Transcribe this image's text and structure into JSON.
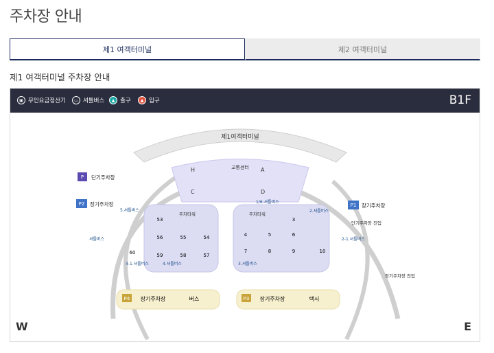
{
  "page": {
    "title": "주차장 안내"
  },
  "tabs": [
    {
      "label": "제1 여객터미널",
      "active": true
    },
    {
      "label": "제2 여객터미널",
      "active": false
    }
  ],
  "section_title": "제1 여객터미널 주차장 안내",
  "legend": [
    {
      "label": "무인요금정산기",
      "icon": "kiosk-icon"
    },
    {
      "label": "셔틀버스",
      "icon": "bus-icon"
    },
    {
      "label": "출구",
      "icon": "exit-icon"
    },
    {
      "label": "입구",
      "icon": "entrance-icon"
    }
  ],
  "floor": "B1F",
  "compass": {
    "west": "W",
    "east": "E"
  },
  "map": {
    "terminal": "제1여객터미널",
    "transport_center": "교통센터",
    "zones": {
      "h": "H",
      "a": "A",
      "c": "C",
      "d": "D"
    },
    "tower_left": "주차타워",
    "tower_right": "주차타워",
    "left_blocks": [
      "53",
      "56",
      "55",
      "54",
      "60",
      "59",
      "58",
      "57"
    ],
    "right_blocks": [
      "3",
      "4",
      "5",
      "6",
      "7",
      "8",
      "9",
      "10"
    ],
    "badges": {
      "short_term": {
        "code": "P",
        "label": "단기주차장"
      },
      "p2": {
        "code": "P2",
        "label": "장기주차장"
      },
      "p1": {
        "code": "P1",
        "label": "장기주차장"
      },
      "p4": {
        "code": "P4",
        "label": "장기주차장"
      },
      "p3": {
        "code": "P3",
        "label": "장기주차장"
      }
    },
    "bus_label": "버스",
    "taxi_label": "택시",
    "stops": {
      "s5": "5.셔틀버스",
      "s1_6": "1/6.셔틀버스",
      "s2": "2.셔틀버스",
      "s2_1": "2-1.셔틀버스",
      "s_left": "셔틀버스",
      "s4_1": "4-1.셔틀버스",
      "s4": "4.셔틀버스",
      "s3": "3.셔틀버스"
    },
    "entry_short": "단기주차장 진입",
    "entry_long": "장기주차장 진입"
  }
}
